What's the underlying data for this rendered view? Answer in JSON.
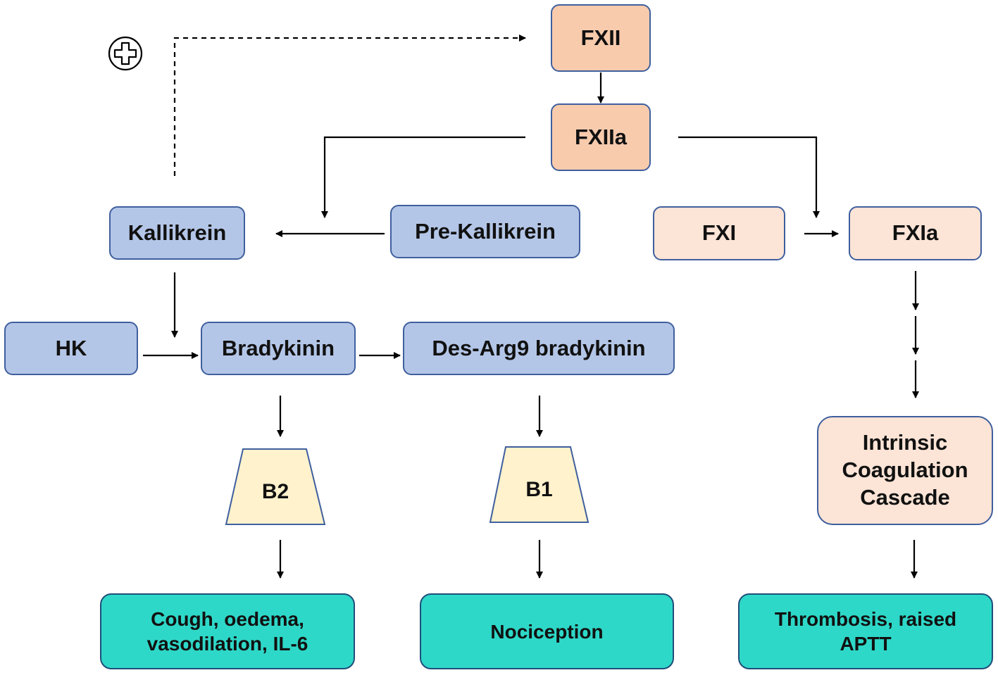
{
  "nodes": {
    "fxii": "FXII",
    "fxiia": "FXIIa",
    "kallikrein": "Kallikrein",
    "pre_kallikrein": "Pre-Kallikrein",
    "fxi": "FXI",
    "fxia": "FXIa",
    "hk": "HK",
    "bradykinin": "Bradykinin",
    "des_arg9": "Des-Arg9 bradykinin",
    "b2": "B2",
    "b1": "B1",
    "intrinsic": [
      "Intrinsic",
      "Coagulation",
      "Cascade"
    ],
    "effect_b2": [
      "Cough, oedema,",
      "vasodilation, IL-6"
    ],
    "effect_b1": "Nociception",
    "effect_coag": [
      "Thrombosis, raised",
      "APTT"
    ]
  },
  "icons": {
    "feedback": "plus-circle-icon"
  },
  "colors": {
    "kinin_box": "#b4c6e7",
    "factor_xii_box": "#f8cbad",
    "factor_xi_box": "#fce4d6",
    "receptor": "#fff2cc",
    "outcome_box": "#2ed8c8",
    "border": "#3f5f9e"
  }
}
